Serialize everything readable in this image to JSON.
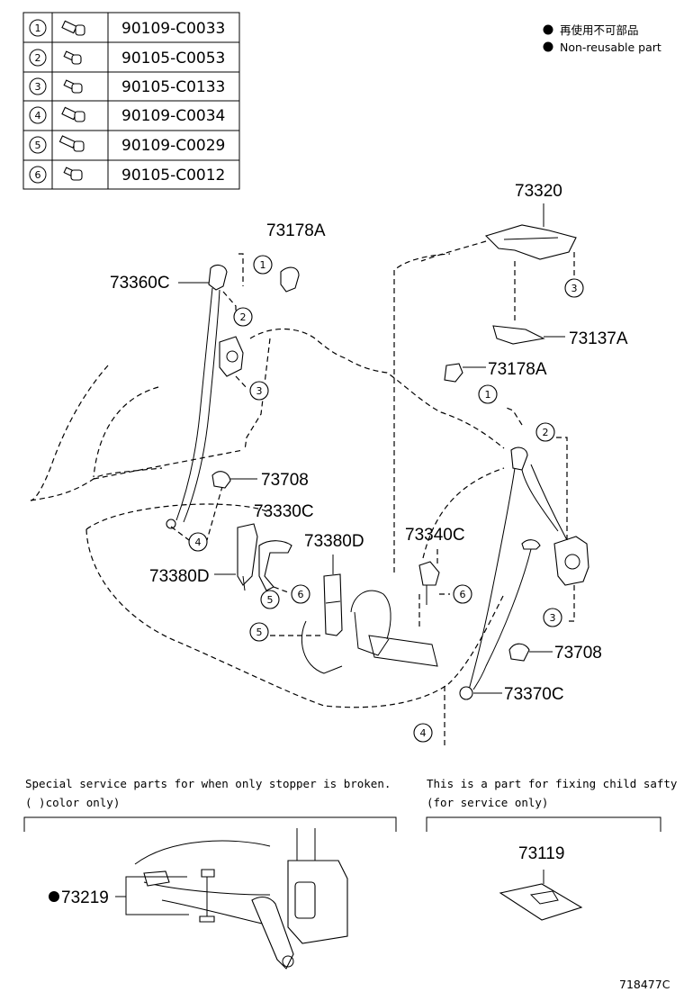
{
  "fastener_table": [
    {
      "num": "1",
      "part_no": "90109-C0033"
    },
    {
      "num": "2",
      "part_no": "90105-C0053"
    },
    {
      "num": "3",
      "part_no": "90105-C0133"
    },
    {
      "num": "4",
      "part_no": "90109-C0034"
    },
    {
      "num": "5",
      "part_no": "90109-C0029"
    },
    {
      "num": "6",
      "part_no": "90105-C0012"
    }
  ],
  "legend": {
    "jp": "再使用不可部品",
    "en": "Non-reusable part"
  },
  "labels": {
    "p73320": "73320",
    "p73178A_left": "73178A",
    "p73360C": "73360C",
    "p73137A": "73137A",
    "p73178A_right": "73178A",
    "p73708_left": "73708",
    "p73330C": "73330C",
    "p73380D_mid": "73380D",
    "p73340C": "73340C",
    "p73380D_left": "73380D",
    "p73708_right": "73708",
    "p73370C": "73370C",
    "p73219": "73219",
    "p73119": "73119"
  },
  "callouts": {
    "c1_left": "1",
    "c2_left": "2",
    "c3_left": "3",
    "c4_left": "4",
    "c5_a": "5",
    "c6_a": "6",
    "c5_b": "5",
    "c6_b": "6",
    "c3_top": "3",
    "c1_right": "1",
    "c2_right": "2",
    "c3_right": "3",
    "c4_bottom": "4"
  },
  "notes": {
    "stopper_line1": "Special service parts for when only stopper is broken.",
    "stopper_line2": "( )color only)",
    "child_line1": "This is a part for fixing child safty seat",
    "child_line2": "(for service only)"
  },
  "drawing_id": "718477C"
}
